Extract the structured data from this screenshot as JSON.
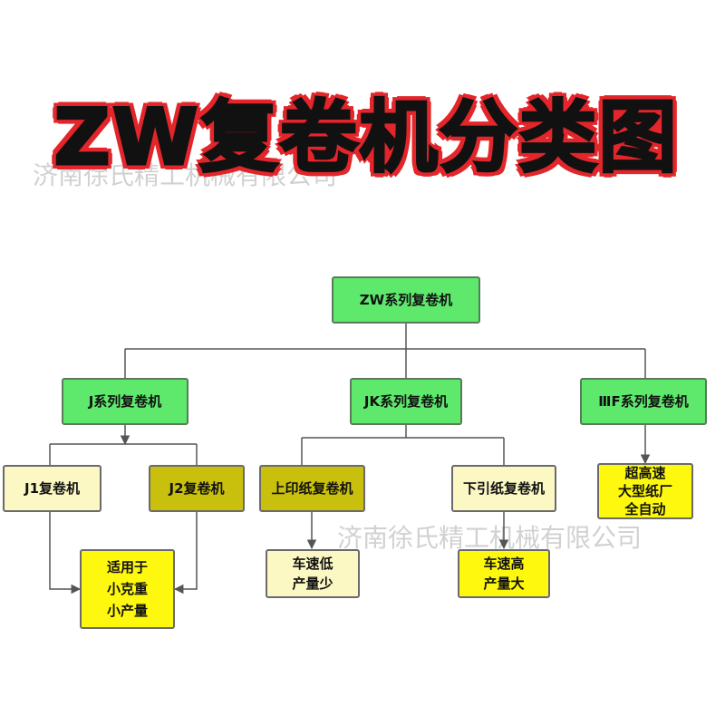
{
  "title": "ZW复卷机分类图",
  "watermark": "济南徐氏精工机械有限公司",
  "nodes": {
    "root": "ZW系列复卷机",
    "j_series": "J系列复卷机",
    "jk_series": "JK系列复卷机",
    "iiif_series": "ⅢF系列复卷机",
    "j1": "J1复卷机",
    "j2": "J2复卷机",
    "top_paper": "上印纸复卷机",
    "bottom_paper": "下引纸复卷机",
    "iiif_desc": [
      "超高速",
      "大型纸厂",
      "全自动"
    ],
    "j_desc": [
      "适用于",
      "小克重",
      "小产量"
    ],
    "top_desc": [
      "车速低",
      "产量少"
    ],
    "bottom_desc": [
      "车速高",
      "产量大"
    ]
  },
  "colors": {
    "title_text": "#111111",
    "title_outline": "#e3262b",
    "green": "#5ee96d",
    "cream": "#fbf8c4",
    "olive": "#c9c00d",
    "yellow": "#fdf80d",
    "line": "#555555"
  }
}
